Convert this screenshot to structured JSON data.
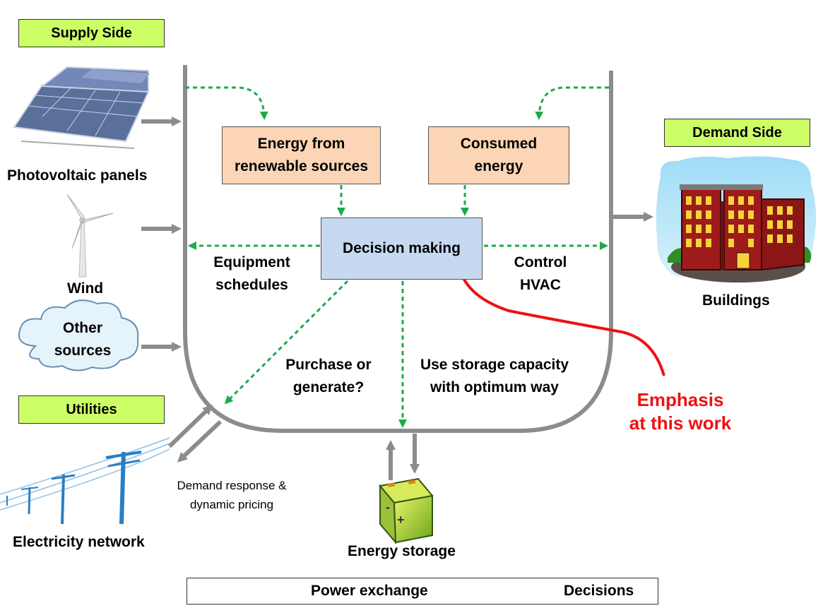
{
  "tags": {
    "supply": "Supply Side",
    "demand": "Demand Side",
    "utilities": "Utilities"
  },
  "left": {
    "pv": "Photovoltaic panels",
    "wind": "Wind",
    "other": [
      "Other",
      "sources"
    ],
    "grid": "Electricity network"
  },
  "right": {
    "buildings": "Buildings"
  },
  "boxes": {
    "renewable": [
      "Energy from",
      "renewable sources"
    ],
    "consumed": [
      "Consumed",
      "energy"
    ],
    "decision": "Decision making"
  },
  "decisions": {
    "equipment": [
      "Equipment",
      "schedules"
    ],
    "hvac": [
      "Control",
      "HVAC"
    ],
    "purchase": [
      "Purchase or",
      "generate?"
    ],
    "storage_use": [
      "Use storage capacity",
      "with optimum way"
    ]
  },
  "bottom": {
    "storage": "Energy storage",
    "demand_response": [
      "Demand response &",
      "dynamic pricing"
    ]
  },
  "emphasis": [
    "Emphasis",
    "at this work"
  ],
  "legend": {
    "power": "Power exchange",
    "decisions": "Decisions"
  },
  "colors": {
    "power": "#8c8c8c",
    "decision": "#1aab4b",
    "emphasis": "#ee1111",
    "tag_bg": "#ccff66"
  },
  "icons": [
    "solar-panel-icon",
    "wind-turbine-icon",
    "cloud-icon",
    "power-line-icon",
    "building-icon",
    "battery-icon"
  ]
}
